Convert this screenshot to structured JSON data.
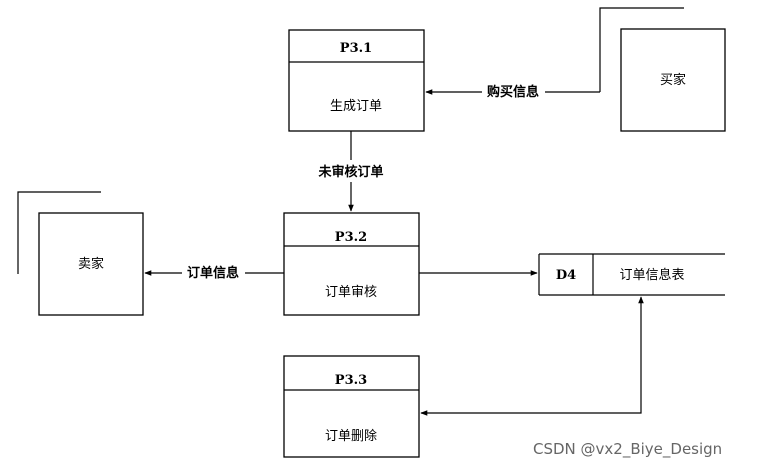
{
  "processes": {
    "p31": {
      "id": "P3.1",
      "name": "生成订单"
    },
    "p32": {
      "id": "P3.2",
      "name": "订单审核"
    },
    "p33": {
      "id": "P3.3",
      "name": "订单删除"
    }
  },
  "entities": {
    "seller_left": "卖家",
    "buyer_right": "买家"
  },
  "datastore": {
    "id": "D4",
    "name": "订单信息表"
  },
  "flows": {
    "purchase_info": "购买信息",
    "unreviewed_orders": "未审核订单",
    "order_info": "订单信息"
  },
  "watermark": "CSDN @vx2_Biye_Design"
}
